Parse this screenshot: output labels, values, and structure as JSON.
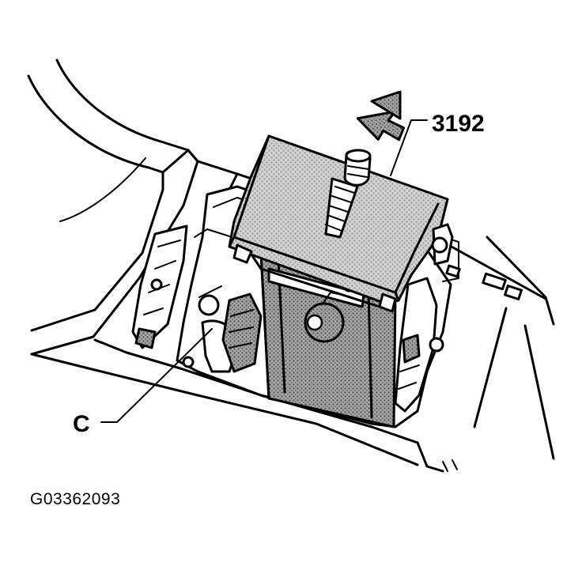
{
  "figure": {
    "labels": {
      "tool_number": "3192",
      "callout_c": "C"
    },
    "caption_code": "G03362093"
  }
}
